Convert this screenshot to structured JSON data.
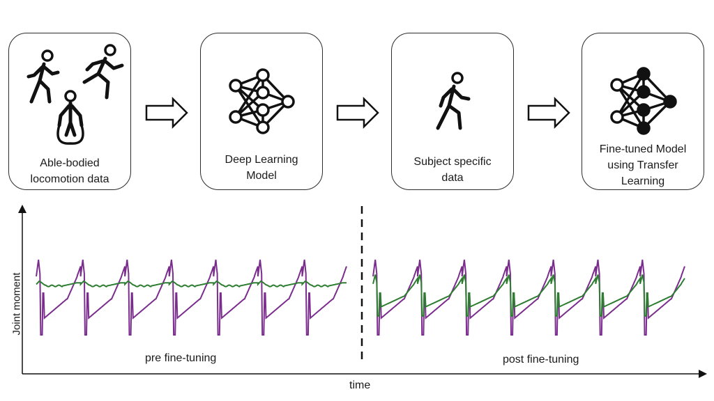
{
  "pipeline": {
    "boxes": [
      {
        "label": "Able-bodied\nlocomotion data",
        "icon": "people-activities-icon"
      },
      {
        "label": "Deep Learning\nModel",
        "icon": "neural-network-icon"
      },
      {
        "label": "Subject specific\ndata",
        "icon": "walking-person-icon"
      },
      {
        "label": "Fine-tuned Model\nusing Transfer\nLearning",
        "icon": "fine-tuned-network-icon"
      }
    ],
    "arrow_icon": "right-arrow-icon"
  },
  "plot": {
    "ylabel": "Joint moment",
    "xlabel": "time",
    "left_caption": "pre fine-tuning",
    "right_caption": "post fine-tuning",
    "colors": {
      "ground_truth": "#7b2d8e",
      "estimate": "#2e7d32"
    }
  },
  "chart_data": {
    "type": "line",
    "series": [
      {
        "color": "#7b2d8e"
      },
      {
        "color": "#2e7d32"
      }
    ],
    "cycles_per_segment": 7,
    "segments": [
      "pre fine-tuning",
      "post fine-tuning"
    ],
    "divider": "dashed vertical line between segments",
    "grid": false
  }
}
